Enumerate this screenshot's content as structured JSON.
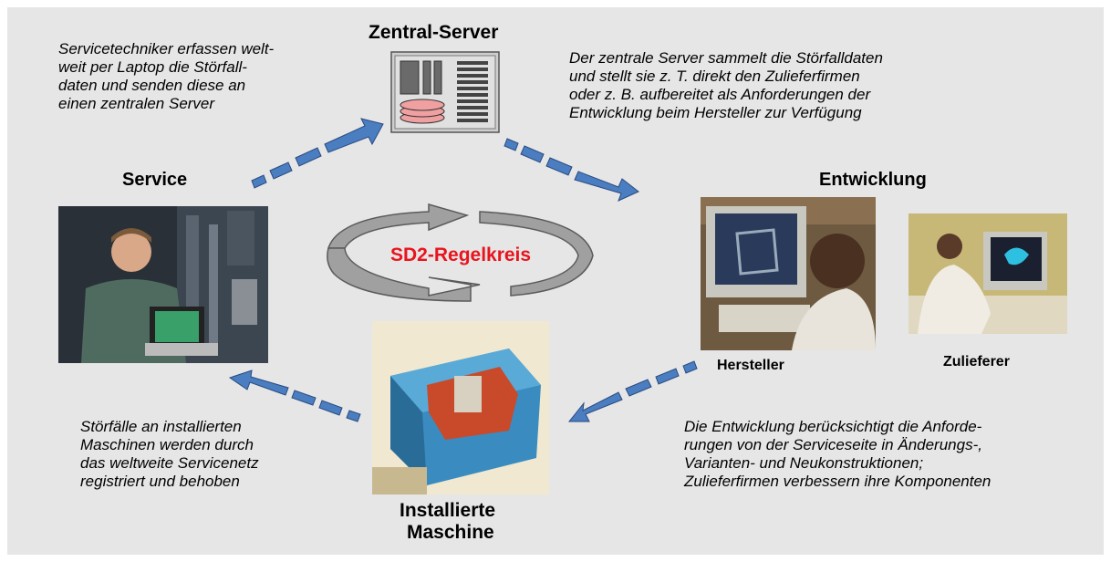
{
  "nodes": {
    "server": {
      "label": "Zentral-Server"
    },
    "service": {
      "label": "Service"
    },
    "development": {
      "label": "Entwicklung",
      "manufacturer": "Hersteller",
      "supplier": "Zulieferer"
    },
    "machine": {
      "label_line1": "Installierte",
      "label_line2": "Maschine"
    }
  },
  "cycle_label": "SD2-Regelkreis",
  "notes": {
    "top_left": "Servicetechniker erfassen welt-\nweit per Laptop die Störfall-\ndaten und senden diese an\neinen zentralen Server",
    "top_right": "Der zentrale Server sammelt die Störfalldaten\nund stellt sie z. T. direkt den Zulieferfirmen\noder z. B. aufbereitet als Anforderungen der\nEntwicklung beim Hersteller zur Verfügung",
    "bottom_left": "Störfälle an installierten\nMaschinen werden durch\ndas weltweite Servicenetz\nregistriert und behoben",
    "bottom_right": "Die Entwicklung berücksichtigt die Anforde-\nrungen von der Serviceseite in Änderungs-,\nVarianten- und Neukonstruktionen;\nZulieferfirmen verbessern ihre Komponenten"
  },
  "colors": {
    "background": "#e6e6e6",
    "arrow": "#4a7ec0",
    "cycle_label": "#e8141e",
    "cycle_arrow": "#9a9a9a"
  }
}
